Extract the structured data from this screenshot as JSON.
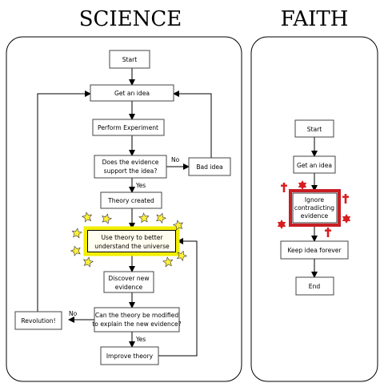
{
  "science": {
    "title": "SCIENCE",
    "nodes": {
      "start": "Start",
      "idea": "Get an idea",
      "experiment": "Perform Experiment",
      "evidence": [
        "Does the evidence",
        "support the idea?"
      ],
      "bad": "Bad idea",
      "theory": "Theory created",
      "use": [
        "Use theory to better",
        "understand the universe"
      ],
      "discover": [
        "Discover new",
        "evidence"
      ],
      "modify": [
        "Can the theory be modified",
        "to explain the new evidence?"
      ],
      "revolution": "Revolution!",
      "improve": "Improve theory"
    },
    "labels": {
      "yes": "Yes",
      "no": "No"
    }
  },
  "faith": {
    "title": "FAITH",
    "nodes": {
      "start": "Start",
      "idea": "Get an idea",
      "ignore": [
        "Ignore",
        "contradicting",
        "evidence"
      ],
      "keep": "Keep idea forever",
      "end": "End"
    }
  },
  "colors": {
    "highlight_science": "#f2ee00",
    "highlight_faith": "#c81e24",
    "star_fill": "#ffef3a",
    "religious_symbol": "#d81c20"
  },
  "decor": {
    "stars": "yellow-stars-icon",
    "symbols": [
      "cross-icon",
      "star-of-david-icon",
      "crescent-icon"
    ]
  }
}
